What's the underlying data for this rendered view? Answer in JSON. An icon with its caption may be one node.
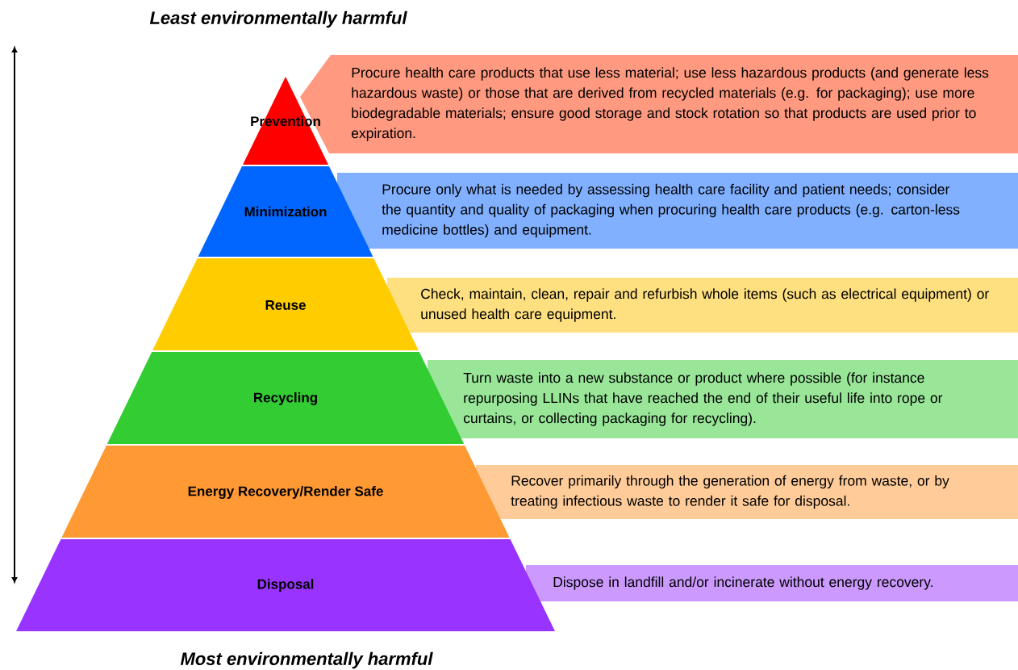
{
  "diagram": {
    "nodes": [
      {
        "text": [
          "Prevention"
        ]
      },
      {
        "text": [
          "Minimization"
        ]
      },
      {
        "text": [
          "Reuse"
        ]
      },
      {
        "text": [
          "Recycling"
        ]
      },
      {
        "text": [
          "Energy Recovery/Render Safe"
        ]
      },
      {
        "text": [
          "Disposal"
        ]
      },
      {
        "text": [
          "Procure health care products that use less material; use less hazardous products (and generate less hazardous waste) or those that are derived from recycled materials (e.g. for packaging); use more biodegradable materials; ensure good storage and stock rotation so that products are used prior to expiration."
        ]
      },
      {
        "text": [
          "Procure only what is needed by assessing health care facility and patient needs; consider the quantity and quality of packaging when procuring health care products (e.g. carton-less medicine bottles) and equipment."
        ]
      },
      {
        "text": [
          "Check, maintain, clean, repair and refurbish whole items (such as electrical equipment) or unused health care equipment."
        ]
      },
      {
        "text": [
          "Turn waste into a new substance or product where possible (for instance repurposing LLINs that have reached the end of their useful life into rope or curtains, or collecting packaging for recycling)."
        ]
      },
      {
        "text": [
          "Recover primarily through the generation of energy from waste, or by treating infectious waste to render it safe for disposal."
        ]
      },
      {
        "text": [
          "Dispose in landfill and/or incinerate without energy recovery."
        ]
      }
    ],
    "labels": [
      "Least environmentally harmful",
      "Most environmentally harmful"
    ]
  }
}
